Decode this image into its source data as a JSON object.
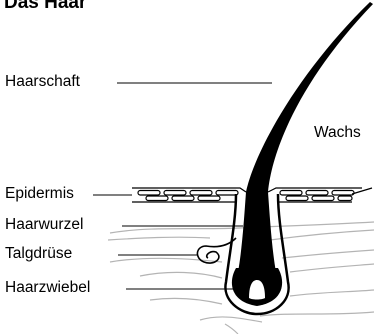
{
  "title": "Das Haar",
  "labels": {
    "hair_shaft": "Haarschaft",
    "growth": "Wachs",
    "epidermis": "Epidermis",
    "hair_root": "Haarwurzel",
    "sebaceous_gland": "Talgdrüse",
    "hair_bulb": "Haarzwiebel"
  },
  "colors": {
    "ink": "#000000",
    "skin_line": "#b4b4b4",
    "background": "#ffffff"
  }
}
